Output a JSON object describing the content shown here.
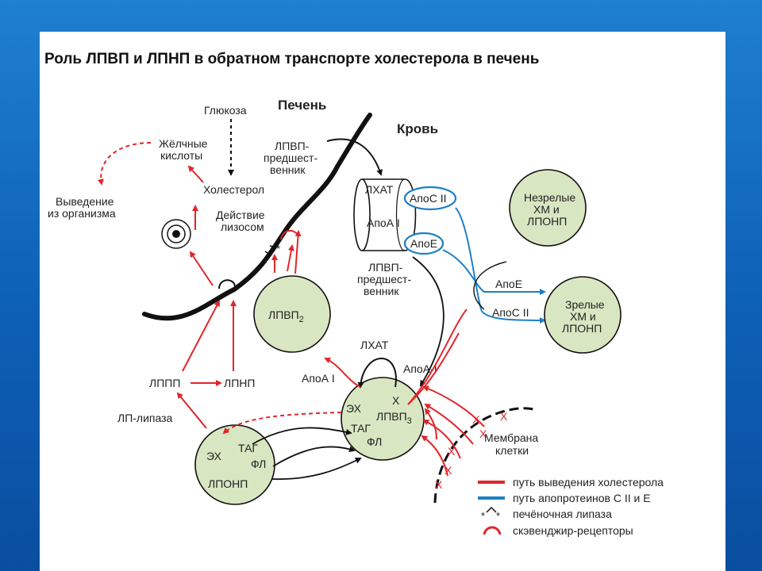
{
  "title": "Роль ЛПВП и ЛПНП в обратном транспорте холестерола в печень",
  "regions": {
    "liver": "Печень",
    "blood": "Кровь"
  },
  "labels": {
    "glucose": "Глюкоза",
    "bile_acids_1": "Жёлчные",
    "bile_acids_2": "кислоты",
    "excretion_1": "Выведение",
    "excretion_2": "из организма",
    "cholesterol": "Холестерол",
    "lysosome_1": "Действие",
    "lysosome_2": "лизосом",
    "hdl_precursor_top_1": "ЛПВП-",
    "hdl_precursor_top_2": "предшест-",
    "hdl_precursor_top_3": "венник",
    "hdl_precursor_bot_1": "ЛПВП-",
    "hdl_precursor_bot_2": "предшест-",
    "hdl_precursor_bot_3": "венник",
    "lcat_top": "ЛХАТ",
    "apoA1_disc": "АпоА I",
    "apoC2_oval": "АпоС II",
    "apoE_oval": "АпоЕ",
    "immature_1": "Незрелые",
    "immature_2": "ХМ и",
    "immature_3": "ЛПОНП",
    "mature_1": "Зрелые",
    "mature_2": "ХМ и",
    "mature_3": "ЛПОНП",
    "apoE_arrow": "АпоЕ",
    "apoC2_arrow": "АпоС II",
    "hdl2": "ЛПВП",
    "hdl2_sub": "2",
    "lcat_mid": "ЛХАТ",
    "apoA1_right": "АпоА-I",
    "apoA1_left": "АпоА I",
    "lppp": "ЛППП",
    "ldl": "ЛПНП",
    "lp_lipase": "ЛП-липаза",
    "hdl3_ex": "ЭХ",
    "hdl3_x": "Х",
    "hdl3": "ЛПВП",
    "hdl3_sub": "3",
    "hdl3_tag": "ТАГ",
    "hdl3_fl": "ФЛ",
    "vldl_ex": "ЭХ",
    "vldl_tag": "ТАГ",
    "vldl_fl": "ФЛ",
    "vldl": "ЛПОНП",
    "membrane_1": "Мембрана",
    "membrane_2": "клетки",
    "x_mark": "X"
  },
  "legend": [
    {
      "color": "#e0262b",
      "text": "путь выведения холестерола",
      "kind": "line"
    },
    {
      "color": "#1d7fc4",
      "text": "путь апопротеинов С II и Е",
      "kind": "line"
    },
    {
      "color": "#111111",
      "text": "печёночная липаза",
      "kind": "lipase"
    },
    {
      "color": "#e0262b",
      "text": "скэвенджир-рецепторы",
      "kind": "arc"
    }
  ],
  "colors": {
    "red_path": "#e0262b",
    "blue_path": "#1d7fc4",
    "particle_fill": "#d9e6c2",
    "background": "#1565c0"
  }
}
